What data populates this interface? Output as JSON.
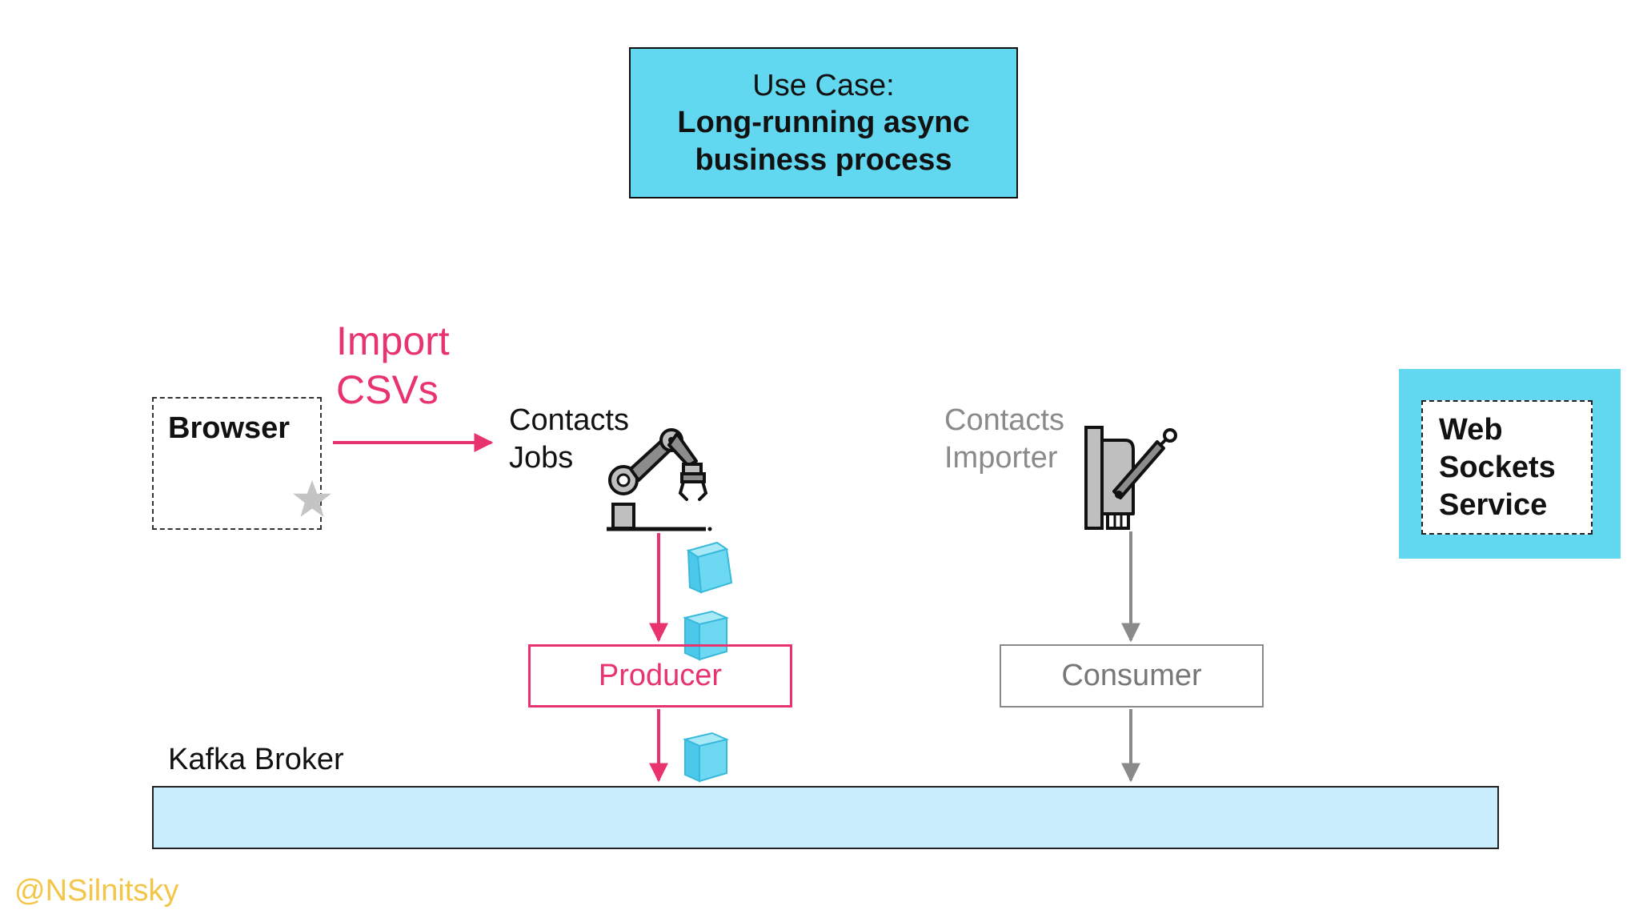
{
  "title": {
    "line1": "Use Case:",
    "line2": "Long-running async",
    "line3": "business process"
  },
  "browser": {
    "label": "Browser"
  },
  "import": {
    "line1": "Import",
    "line2": "CSVs"
  },
  "contacts_jobs": {
    "line1": "Contacts",
    "line2": "Jobs"
  },
  "contacts_importer": {
    "line1": "Contacts",
    "line2": "Importer"
  },
  "web_sockets": {
    "line1": "Web",
    "line2": "Sockets",
    "line3": "Service"
  },
  "producer": {
    "label": "Producer"
  },
  "consumer": {
    "label": "Consumer"
  },
  "kafka": {
    "label": "Kafka Broker"
  },
  "author": {
    "handle": "@NSilnitsky"
  },
  "colors": {
    "accent_pink": "#e8336f",
    "cyan": "#61d7f0",
    "kafka_fill": "#c9efff",
    "muted_gray": "#8a8a8a",
    "author_yellow": "#f3c548"
  },
  "icons": [
    "robot-arm-icon",
    "machine-icon",
    "cube-icon",
    "star-icon"
  ]
}
